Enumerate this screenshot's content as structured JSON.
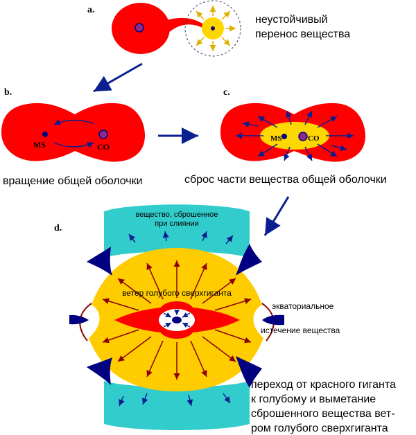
{
  "panels": {
    "a": {
      "letter": "a.",
      "caption_lines": [
        "неустойчивый",
        "перенос вещества"
      ]
    },
    "b": {
      "letter": "b.",
      "label_ms": "MS",
      "label_co": "CO",
      "caption": "вращение общей оболочки"
    },
    "c": {
      "letter": "c.",
      "label_ms": "MS",
      "label_co": "CO",
      "caption": "сброс части вещества общей оболочки"
    },
    "d": {
      "letter": "d.",
      "top_label_lines": [
        "вещество, сброшенное",
        "при слиянии"
      ],
      "wind_label": "ветер голубого сверхгиганта",
      "equator_label_lines": [
        "экваториальное",
        "истечение вещества"
      ],
      "caption_lines": [
        "переход от красного гиганта",
        "к голубому и выметание",
        "сброшенного вещества вет-",
        "ром голубого сверхгиганта"
      ]
    }
  },
  "colors": {
    "red_giant": "#ff0000",
    "yellow_star": "#ffd700",
    "wind_region": "#ffcc00",
    "ejecta": "#33cccc",
    "blue_ejecta": "#000080",
    "arrow_dark": "#0a1f8f",
    "arrow_red": "#8b0000",
    "co_core": "#8b2a8b"
  }
}
